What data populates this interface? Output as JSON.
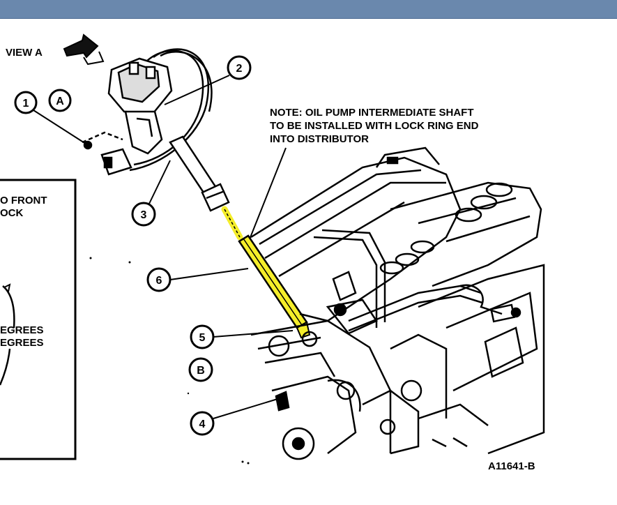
{
  "view_label": "VIEW A",
  "callouts": {
    "c1": "1",
    "cA": "A",
    "c2": "2",
    "c3": "3",
    "c6": "6",
    "c5": "5",
    "cB": "B",
    "c4": "4"
  },
  "note": {
    "line1": "NOTE: OIL PUMP INTERMEDIATE SHAFT",
    "line2": "TO BE INSTALLED WITH LOCK RING END",
    "line3": "INTO DISTRIBUTOR"
  },
  "inset": {
    "line1": "O FRONT",
    "line2": "OCK",
    "deg1": "EGREES",
    "deg2": "EGREES"
  },
  "figure_id": "A11641-B",
  "colors": {
    "title_bar": "#6a88ad",
    "highlight": "#f5ee2a",
    "ink": "#000000"
  }
}
